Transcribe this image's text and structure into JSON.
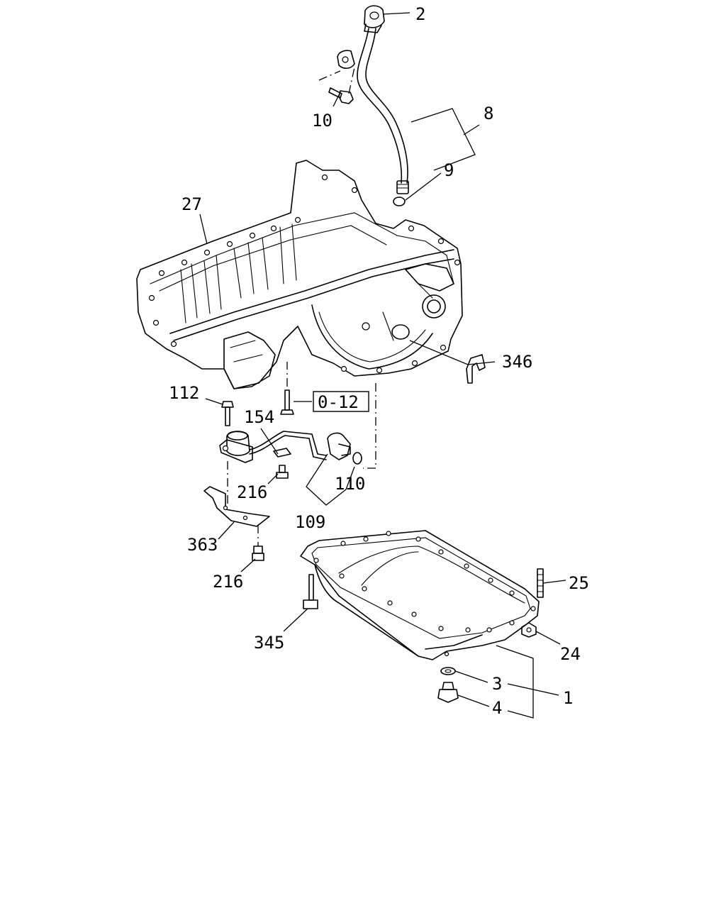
{
  "labels": {
    "p2": "2",
    "p8": "8",
    "p9": "9",
    "p10": "10",
    "p27": "27",
    "p346": "346",
    "p112": "112",
    "p154": "154",
    "ref_box": "0-12",
    "p216a": "216",
    "p110": "110",
    "p109": "109",
    "p363": "363",
    "p216b": "216",
    "p25": "25",
    "p345": "345",
    "p24": "24",
    "p3": "3",
    "p1": "1",
    "p4": "4"
  }
}
